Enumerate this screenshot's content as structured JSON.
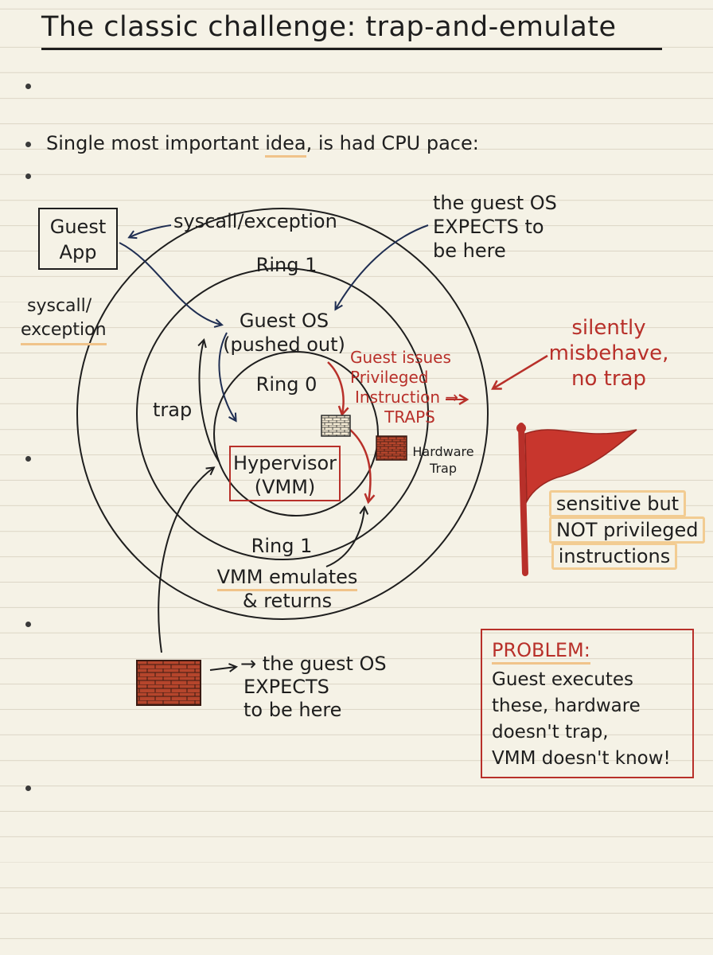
{
  "title": "The classic challenge: trap-and-emulate",
  "intro": {
    "before": "Single most important ",
    "highlight": "idea",
    "after": ", is had CPU pace:"
  },
  "rings": {
    "outer_label": "Ring 1",
    "inner_label": "Ring 0",
    "bottom_label": "Ring 1"
  },
  "guest_app": {
    "line1": "Guest",
    "line2": "App"
  },
  "syscall_top": "syscall/exception",
  "syscall_left": {
    "line1": "syscall/",
    "line2": "exception"
  },
  "guest_os": {
    "line1": "Guest OS",
    "line2": "(pushed out)"
  },
  "expects_top": {
    "line1": "the guest OS",
    "line2": "EXPECTS to",
    "line3": "be here"
  },
  "trap_label": "trap",
  "hypervisor": {
    "line1": "Hypervisor",
    "line2": "(VMM)"
  },
  "guest_issues": {
    "line1": "Guest issues",
    "line2": "Privileged",
    "line3": "Instruction →",
    "line4": "TRAPS"
  },
  "hardware_trap": {
    "line1": "Hardware",
    "line2": "Trap"
  },
  "emulates": {
    "line1": "VMM emulates",
    "line2": "& returns"
  },
  "silently": {
    "line1": "silently",
    "line2": "misbehave,",
    "line3": "no trap"
  },
  "sensitive": {
    "line1": "sensitive but",
    "line2": "NOT privileged",
    "line3": "instructions"
  },
  "expects_bottom": {
    "line1": "→ the guest OS",
    "line2": "EXPECTS",
    "line3": "to be here"
  },
  "problem": {
    "heading": "PROBLEM:",
    "line1": "Guest executes",
    "line2": "these, hardware",
    "line3": "doesn't trap,",
    "line4": "VMM doesn't know!"
  },
  "colors": {
    "ink": "#1e1e1e",
    "red": "#b8302a",
    "navy": "#1f2e52",
    "highlight": "#f0c38a",
    "brick": "#b5452c",
    "paper": "#f5f2e6"
  }
}
